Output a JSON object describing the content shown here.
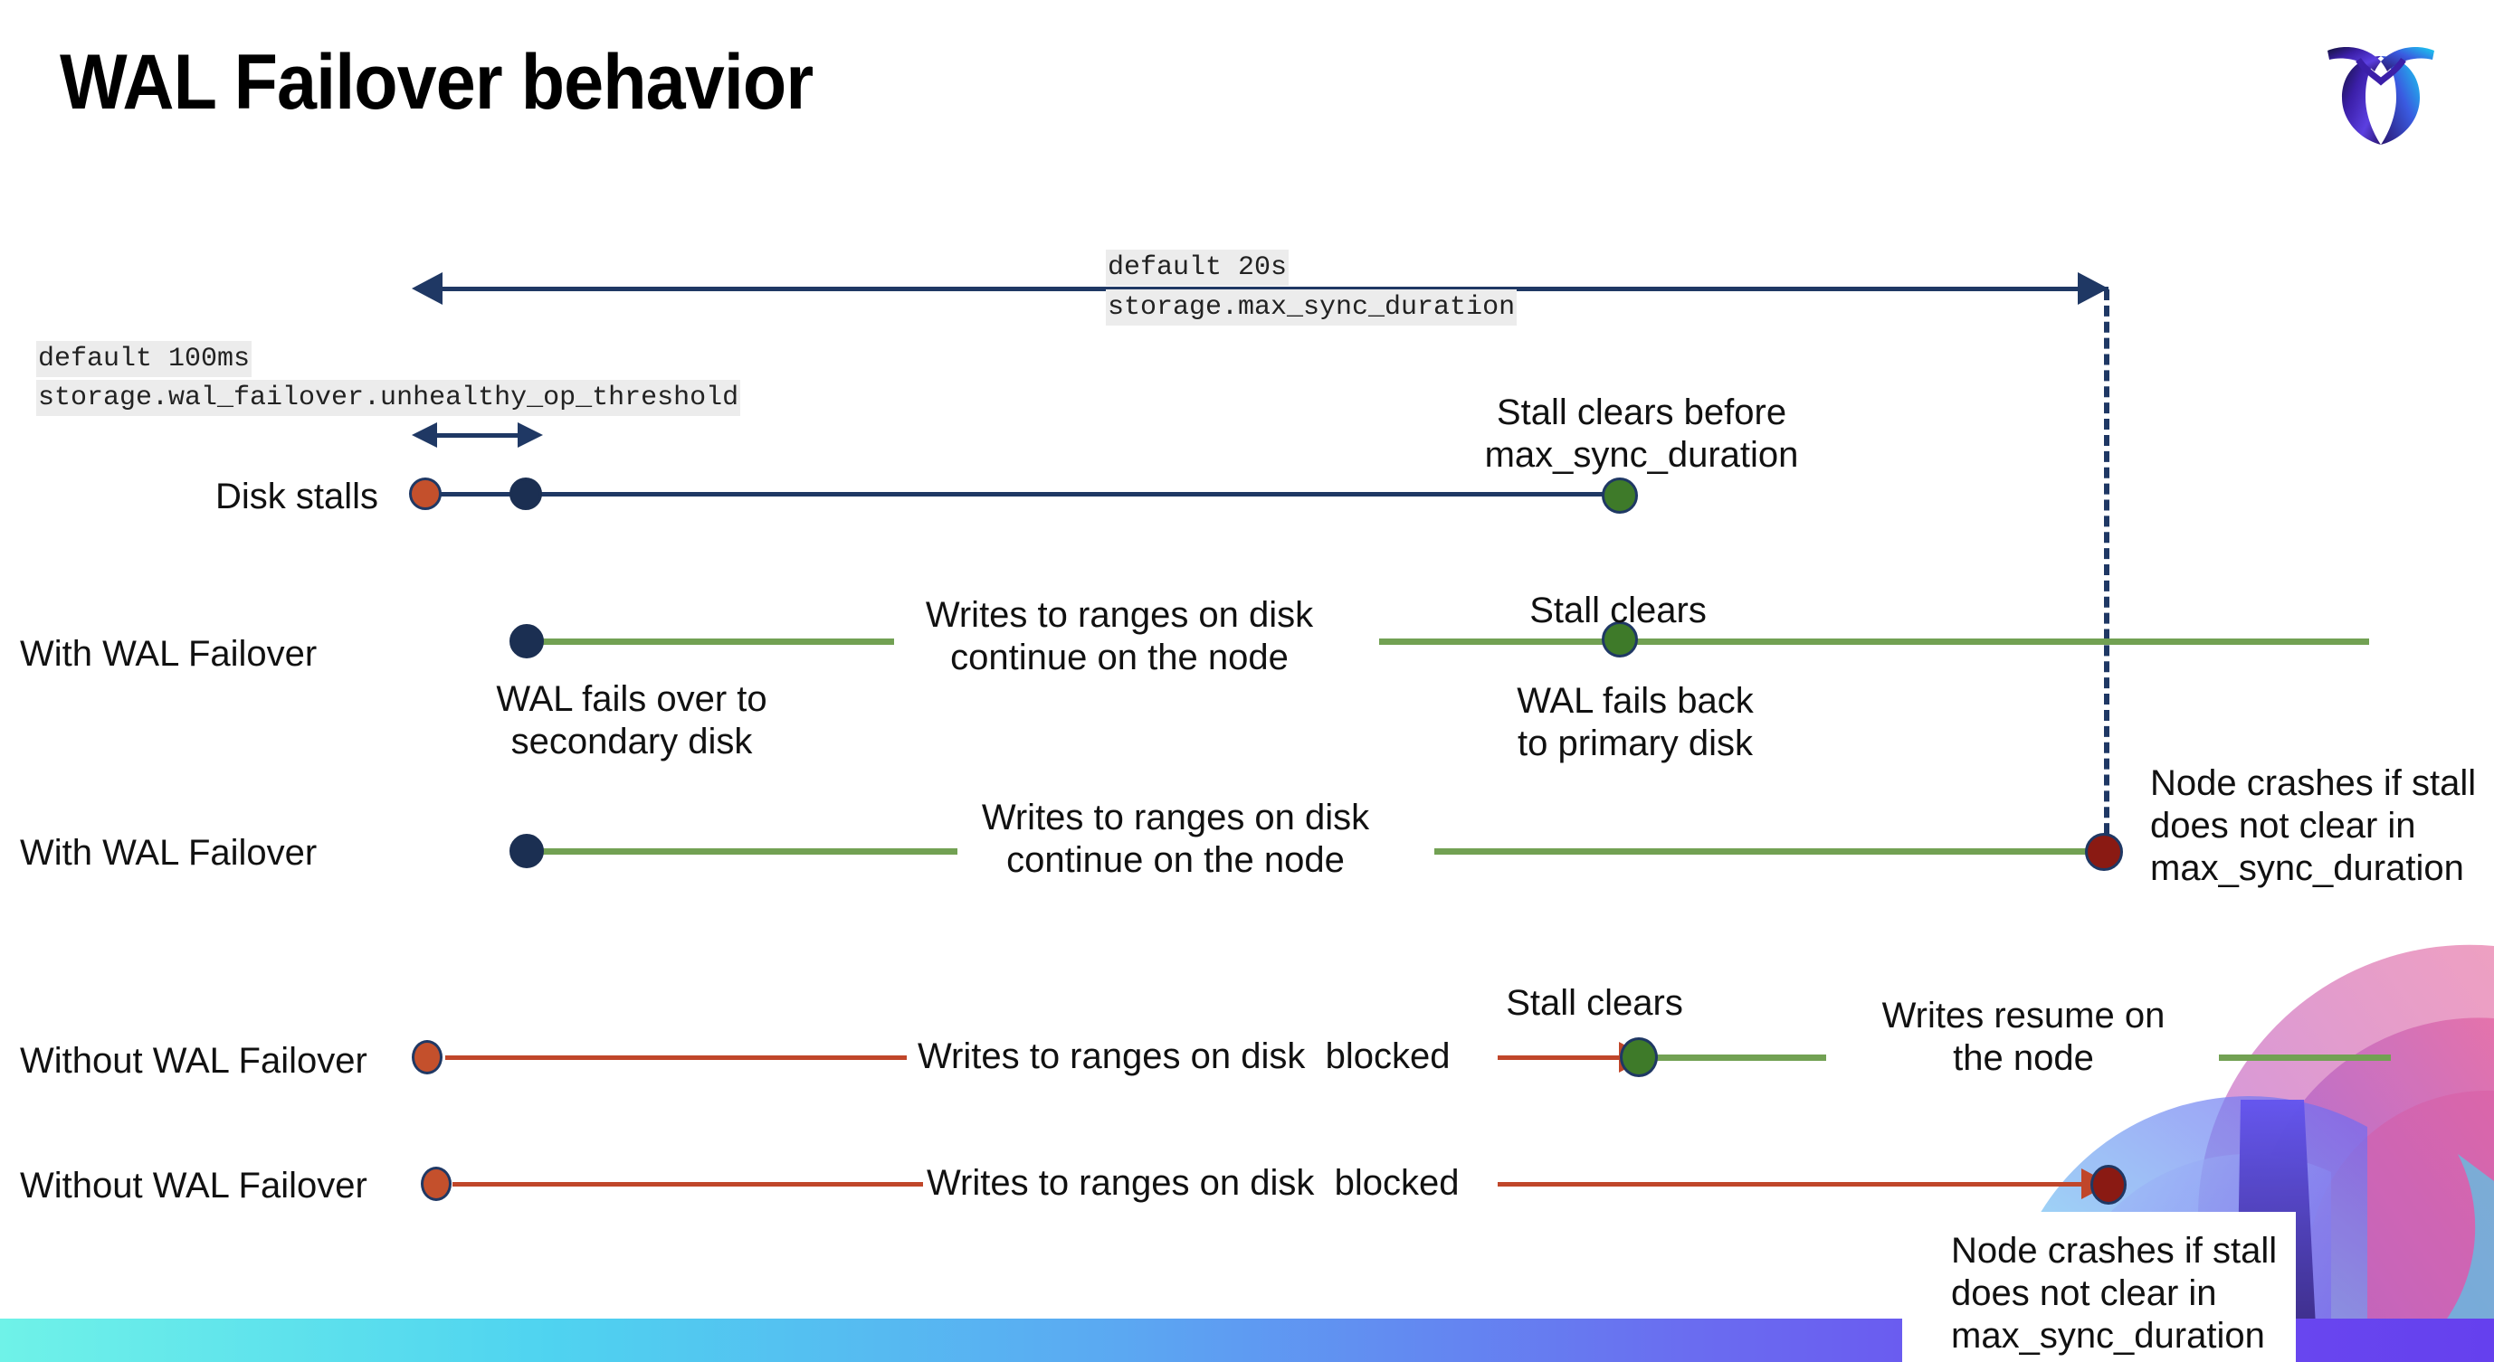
{
  "slide": {
    "title": "WAL Failover behavior",
    "logo_icon": "cockroach-labs-logo"
  },
  "settings": [
    {
      "id": "max_sync_duration",
      "default_label": "default 20s",
      "setting_name": "storage.max_sync_duration"
    },
    {
      "id": "unhealthy_op_threshold",
      "default_label": "default 100ms",
      "setting_name": "storage.wal_failover.unhealthy_op_threshold"
    }
  ],
  "rows": [
    {
      "id": "disk-stalls",
      "label": "Disk stalls",
      "annotations": [
        "Stall clears before\nmax_sync_duration"
      ]
    },
    {
      "id": "with-wal-failover-clears",
      "label": "With WAL Failover",
      "annotations": [
        "Writes to ranges on disk\ncontinue on the node",
        "Stall clears",
        "WAL fails over to\nsecondary disk",
        "WAL fails  back\nto primary disk"
      ]
    },
    {
      "id": "with-wal-failover-crash",
      "label": "With WAL Failover",
      "annotations": [
        "Writes to ranges on disk\ncontinue on the node",
        "Node crashes if stall\ndoes not clear in\nmax_sync_duration"
      ]
    },
    {
      "id": "without-wal-failover-clears",
      "label": "Without WAL Failover",
      "annotations": [
        "Writes to ranges on disk  blocked",
        "Stall clears",
        "Writes resume on\nthe node"
      ]
    },
    {
      "id": "without-wal-failover-crash",
      "label": "Without WAL Failover",
      "annotations": [
        "Writes to ranges on disk  blocked",
        "Node crashes if stall\ndoes not clear in\nmax_sync_duration"
      ]
    }
  ],
  "text": {
    "disk_stalls_label": "Disk stalls",
    "with_wal_failover_1": "With WAL Failover",
    "with_wal_failover_2": "With WAL Failover",
    "without_wal_failover_1": "Without WAL Failover",
    "without_wal_failover_2": "Without WAL Failover",
    "stall_clears_before": "Stall clears before\nmax_sync_duration",
    "writes_continue_1": "Writes to ranges on disk\ncontinue on the node",
    "writes_continue_2": "Writes to ranges on disk\ncontinue on the node",
    "stall_clears_1": "Stall clears",
    "stall_clears_2": "Stall clears",
    "wal_fails_over": "WAL fails over to\nsecondary disk",
    "wal_fails_back": "WAL fails  back\nto primary disk",
    "node_crashes_1": "Node crashes if stall\ndoes not clear in\nmax_sync_duration",
    "node_crashes_2": "Node crashes if stall\ndoes not clear in\nmax_sync_duration",
    "writes_blocked_1": "Writes to ranges on disk  blocked",
    "writes_blocked_2": "Writes to ranges on disk  blocked",
    "writes_resume": "Writes resume on\nthe node",
    "code_default_20s": "default 20s",
    "code_max_sync_duration": "storage.max_sync_duration",
    "code_default_100ms": "default 100ms",
    "code_unhealthy_op_threshold": "storage.wal_failover.unhealthy_op_threshold"
  },
  "colors": {
    "navy": "#1F3864",
    "green_line": "#72A153",
    "red_line": "#C0462A",
    "dot_red": "#C4502C",
    "dot_green": "#3E7A29",
    "dot_dark_red": "#8A1A13",
    "dot_navy": "#1B2F52",
    "code_bg": "#ececec",
    "bottom_bar_from": "#6FF2E8",
    "bottom_bar_to": "#6540EE"
  }
}
